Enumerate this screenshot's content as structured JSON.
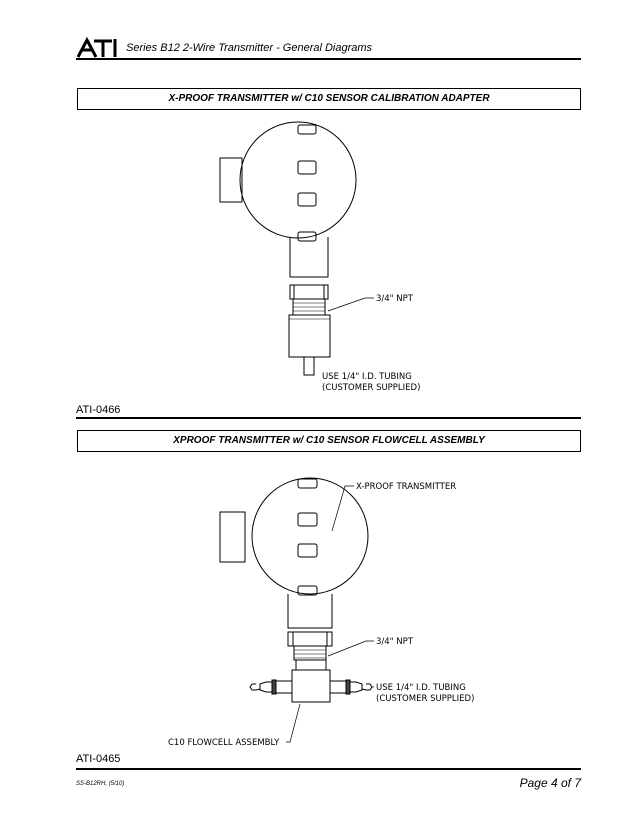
{
  "header": {
    "logo_text": "ATI",
    "title": "Series B12  2-Wire Transmitter  -  General Diagrams"
  },
  "section1": {
    "title": "X-PROOF TRANSMITTER w/ C10 SENSOR CALIBRATION ADAPTER",
    "npt_label": "3/4\" NPT",
    "tubing_line1": "USE 1/4\" I.D. TUBING",
    "tubing_line2": "(CUSTOMER SUPPLIED)",
    "figure_id": "ATI-0466"
  },
  "section2": {
    "title": "XPROOF TRANSMITTER w/ C10 SENSOR FLOWCELL ASSEMBLY",
    "transmitter_label": "X-PROOF TRANSMITTER",
    "npt_label": "3/4\" NPT",
    "tubing_line1": "USE 1/4\" I.D. TUBING",
    "tubing_line2": "(CUSTOMER SUPPLIED)",
    "flowcell_label": "C10 FLOWCELL ASSEMBLY",
    "figure_id": "ATI-0465"
  },
  "footer": {
    "doc_code": "SS-B12RH, (5/10)",
    "page": "Page 4 of 7"
  }
}
